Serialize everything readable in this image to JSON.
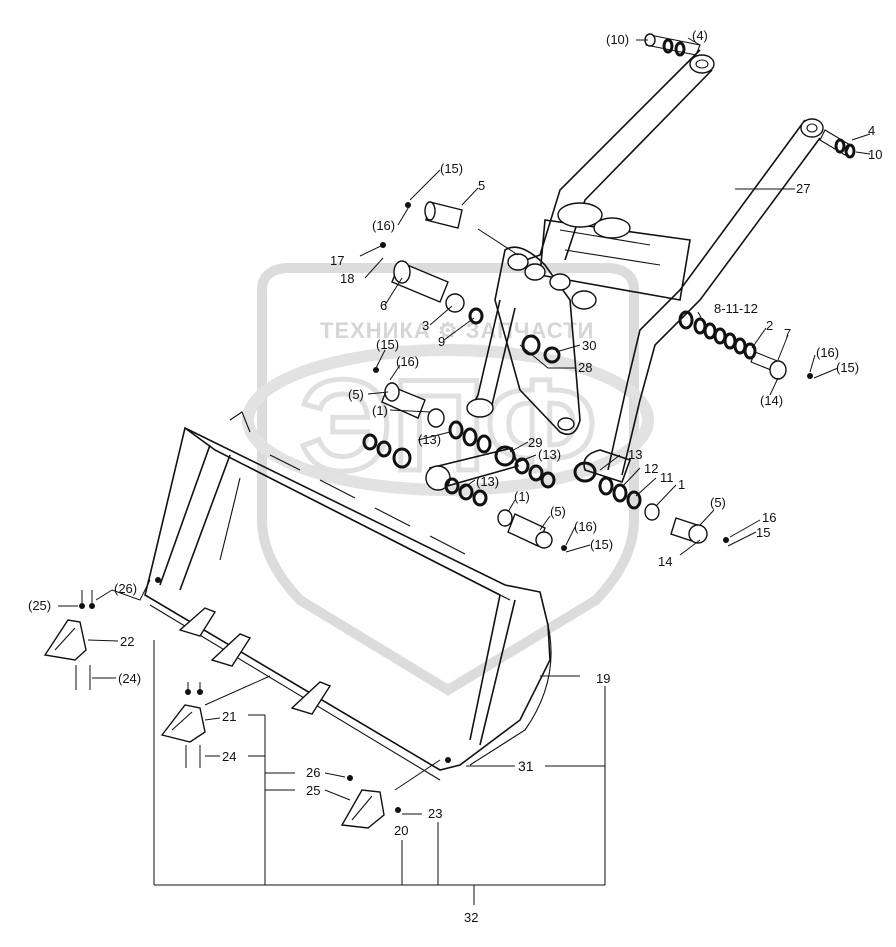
{
  "watermark": {
    "text": "ТЕХНИКА ⚙ ЗАПЧАСТИ",
    "logo": "ЭПФ"
  },
  "callouts": [
    {
      "id": "c1",
      "text": "(10)"
    },
    {
      "id": "c2",
      "text": "(4)"
    },
    {
      "id": "c3",
      "text": "4"
    },
    {
      "id": "c4",
      "text": "10"
    },
    {
      "id": "c5",
      "text": "27"
    },
    {
      "id": "c6",
      "text": "(15)"
    },
    {
      "id": "c7",
      "text": "5"
    },
    {
      "id": "c8",
      "text": "(16)"
    },
    {
      "id": "c9",
      "text": "17"
    },
    {
      "id": "c10",
      "text": "18"
    },
    {
      "id": "c11",
      "text": "6"
    },
    {
      "id": "c12",
      "text": "3"
    },
    {
      "id": "c13",
      "text": "9"
    },
    {
      "id": "c14",
      "text": "8-11-12"
    },
    {
      "id": "c15",
      "text": "2"
    },
    {
      "id": "c16",
      "text": "7"
    },
    {
      "id": "c17",
      "text": "30"
    },
    {
      "id": "c18",
      "text": "28"
    },
    {
      "id": "c19",
      "text": "(16)"
    },
    {
      "id": "c20",
      "text": "(15)"
    },
    {
      "id": "c21",
      "text": "(14)"
    },
    {
      "id": "c22",
      "text": "(15)"
    },
    {
      "id": "c23",
      "text": "(16)"
    },
    {
      "id": "c24",
      "text": "(5)"
    },
    {
      "id": "c25",
      "text": "(1)"
    },
    {
      "id": "c26",
      "text": "(13)"
    },
    {
      "id": "c27",
      "text": "29"
    },
    {
      "id": "c28",
      "text": "(13)"
    },
    {
      "id": "c29",
      "text": "(13)"
    },
    {
      "id": "c30",
      "text": "13"
    },
    {
      "id": "c31",
      "text": "12"
    },
    {
      "id": "c32",
      "text": "11"
    },
    {
      "id": "c33",
      "text": "1"
    },
    {
      "id": "c34",
      "text": "(1)"
    },
    {
      "id": "c35",
      "text": "(5)"
    },
    {
      "id": "c36",
      "text": "(16)"
    },
    {
      "id": "c37",
      "text": "(15)"
    },
    {
      "id": "c38",
      "text": "(5)"
    },
    {
      "id": "c39",
      "text": "16"
    },
    {
      "id": "c40",
      "text": "15"
    },
    {
      "id": "c41",
      "text": "14"
    },
    {
      "id": "c42",
      "text": "(26)"
    },
    {
      "id": "c43",
      "text": "(25)"
    },
    {
      "id": "c44",
      "text": "22"
    },
    {
      "id": "c45",
      "text": "(24)"
    },
    {
      "id": "c46",
      "text": "19"
    },
    {
      "id": "c47",
      "text": "21"
    },
    {
      "id": "c48",
      "text": "24"
    },
    {
      "id": "c49",
      "text": "31"
    },
    {
      "id": "c50",
      "text": "26"
    },
    {
      "id": "c51",
      "text": "25"
    },
    {
      "id": "c52",
      "text": "23"
    },
    {
      "id": "c53",
      "text": "20"
    },
    {
      "id": "c54",
      "text": "32"
    }
  ]
}
